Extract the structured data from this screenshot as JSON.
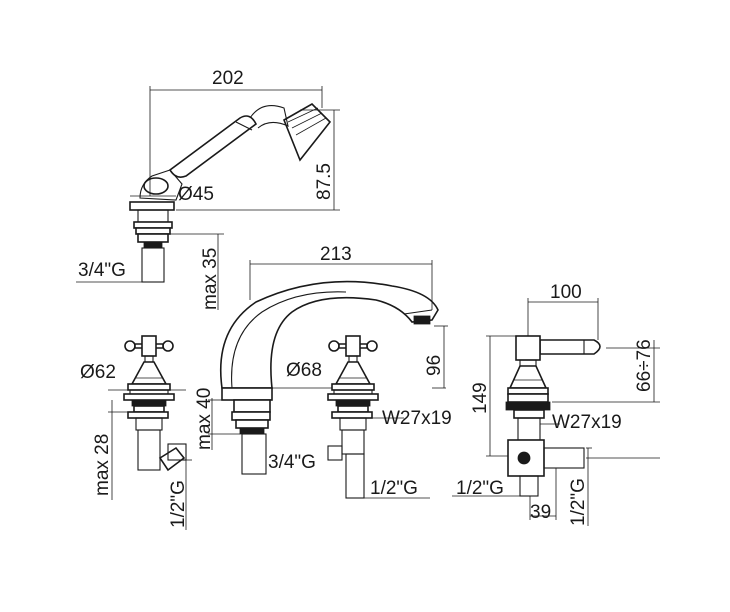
{
  "colors": {
    "line": "#1a1a1a",
    "background": "#ffffff"
  },
  "hand_shower": {
    "width_label": "202",
    "height_label": "87.5",
    "diameter_label": "Ø45",
    "thread_label": "3/4\"G",
    "max_label": "max 35"
  },
  "spout": {
    "width_label": "213",
    "height_label": "96",
    "diameter_label": "Ø68",
    "max_label": "max 40",
    "thread_label": "3/4\"G"
  },
  "left_valve": {
    "diameter_label": "Ø62",
    "max_label": "max 28",
    "thread_label": "1/2\"G"
  },
  "center_valve": {
    "nut_label": "W27x19",
    "thread_label": "1/2\"G"
  },
  "diverter": {
    "width_label": "100",
    "height_label": "149",
    "range_label": "66÷76",
    "nut_label": "W27x19",
    "thread_label": "1/2\"G",
    "outlet_label": "39",
    "outlet_thread_label": "1/2\"G"
  }
}
